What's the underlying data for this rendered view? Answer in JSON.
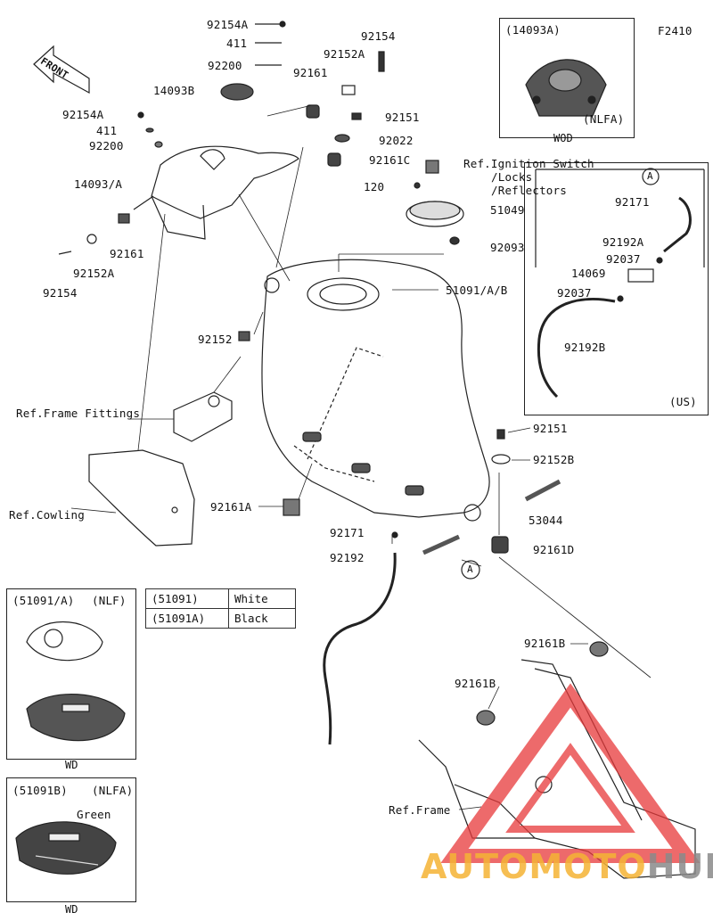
{
  "diagram_code": "F2410",
  "front_label": "FRONT",
  "labels": {
    "p92154A_top": "92154A",
    "p411_top": "411",
    "p92200_top": "92200",
    "p92154_top": "92154",
    "p92152A_top": "92152A",
    "p92161_top": "92161",
    "p14093B": "14093B",
    "p92154A_left": "92154A",
    "p411_left": "411",
    "p92200_left": "92200",
    "p14093A": "14093/A",
    "p92161_left": "92161",
    "p92152A_left": "92152A",
    "p92154_left": "92154",
    "p92151_top": "92151",
    "p92022": "92022",
    "p92161C": "92161C",
    "ref_ignition": "Ref.Ignition Switch",
    "ref_locks": "/Locks",
    "ref_reflectors": "/Reflectors",
    "p120": "120",
    "p51049": "51049",
    "p92093": "92093",
    "p51091AB": "51091/A/B",
    "p92152": "92152",
    "ref_frame_fittings": "Ref.Frame Fittings",
    "ref_cowling": "Ref.Cowling",
    "p92161A": "92161A",
    "p92151_mid": "92151",
    "p92152B": "92152B",
    "p53044": "53044",
    "p92171_mid": "92171",
    "p92192_mid": "92192",
    "p92161D": "92161D",
    "circle_a_bottom": "A",
    "p92161B_right": "92161B",
    "p92161B_left": "92161B",
    "ref_frame": "Ref.Frame"
  },
  "inset_wod": {
    "code": "(14093A)",
    "variant": "(NLFA)",
    "caption": "WOD"
  },
  "inset_us": {
    "circle": "A",
    "p92171": "92171",
    "p92192A": "92192A",
    "p92037_top": "92037",
    "p14069": "14069",
    "p92037_bot": "92037",
    "p92192B": "92192B",
    "region": "(US)"
  },
  "color_table": [
    {
      "code": "(51091)",
      "color": "White"
    },
    {
      "code": "(51091A)",
      "color": "Black"
    }
  ],
  "inset_nlf": {
    "code": "(51091/A)",
    "variant": "(NLF)",
    "caption": "WD"
  },
  "inset_nlfa": {
    "code": "(51091B)",
    "variant": "(NLFA)",
    "note": "Green",
    "caption": "WD"
  },
  "watermark": {
    "part1": "AUTOMOTO",
    "part2": "HUB",
    "color1": "#f5b335",
    "color2": "#8a8a8a",
    "logo_color": "#e8393a"
  }
}
